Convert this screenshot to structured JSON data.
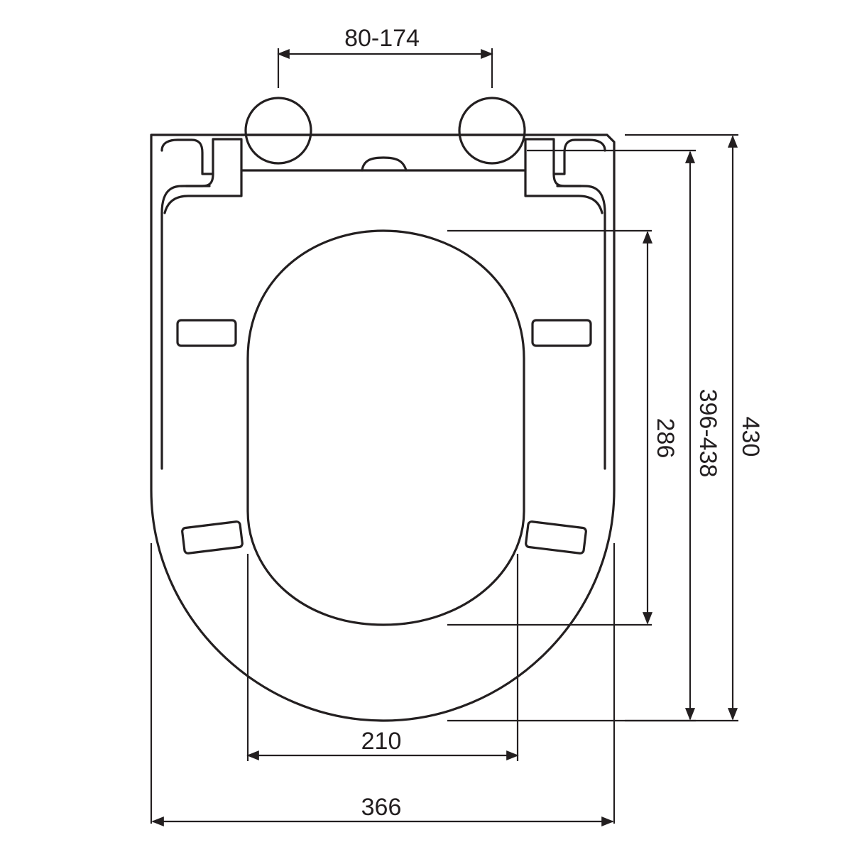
{
  "figure": {
    "subject": "toilet seat top-view dimension drawing",
    "line_color": "#231f20",
    "background": "#ffffff"
  },
  "dimensions": {
    "hinge_spacing": "80-174",
    "inner_opening_width": "210",
    "overall_width": "366",
    "inner_opening_length": "286",
    "fixing_to_front": "396-438",
    "overall_length": "430"
  }
}
